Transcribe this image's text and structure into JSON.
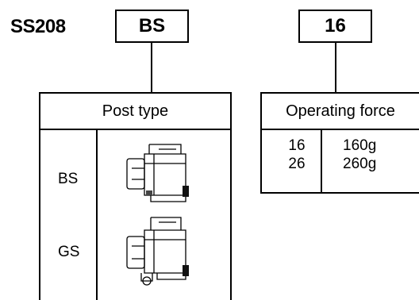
{
  "model": "SS208",
  "post_code": "BS",
  "force_code": "16",
  "post_table": {
    "header": "Post type",
    "rows": [
      {
        "label": "BS",
        "icon": "switch-bs-icon"
      },
      {
        "label": "GS",
        "icon": "switch-gs-icon"
      }
    ]
  },
  "force_table": {
    "header": "Operating force",
    "rows": [
      {
        "code": "16",
        "force": "160g"
      },
      {
        "code": "26",
        "force": "260g"
      }
    ]
  }
}
